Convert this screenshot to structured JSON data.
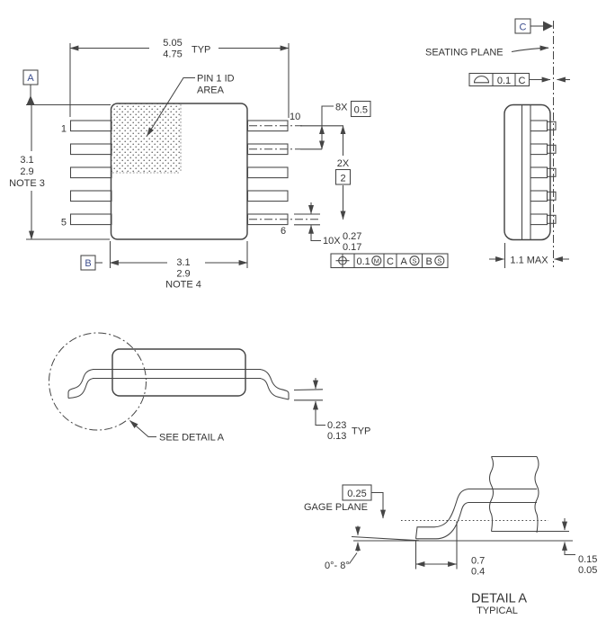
{
  "top_view": {
    "width_dim": {
      "v1": "5.05",
      "v2": "4.75",
      "suffix": "TYP"
    },
    "pin1_id": {
      "l1": "PIN 1 ID",
      "l2": "AREA"
    },
    "datum_a": "A",
    "datum_b": "B",
    "height_dim": {
      "v1": "3.1",
      "v2": "2.9",
      "v3": "NOTE 3"
    },
    "body_width_dim": {
      "v1": "3.1",
      "v2": "2.9",
      "v3": "NOTE 4"
    },
    "pins": {
      "first_left": "1",
      "last_left": "5",
      "first_right": "10",
      "last_right": "6"
    },
    "pitch_dim": {
      "count": "8X",
      "value": "0.5"
    },
    "span_dim": {
      "count": "2X",
      "value": "2"
    },
    "lead_width_dim": {
      "count": "10X",
      "v1": "0.27",
      "v2": "0.17"
    },
    "position_fcf": {
      "tolerance": "0.1",
      "modifier": "M",
      "datum1": "C",
      "datum2": "A",
      "datum2_mod": "S",
      "datum3": "B",
      "datum3_mod": "S"
    }
  },
  "end_view": {
    "datum_c": "C",
    "seating_plane": "SEATING PLANE",
    "profile_fcf": {
      "tolerance": "0.1",
      "datum": "C"
    },
    "width_dim": "1.1 MAX"
  },
  "side_view": {
    "detail_ref": "SEE DETAIL A",
    "lead_thickness_dim": {
      "v1": "0.23",
      "v2": "0.13",
      "suffix": "TYP"
    }
  },
  "detail_a": {
    "gage_offset": "0.25",
    "gage_plane": "GAGE PLANE",
    "lead_angle": "0°- 8°",
    "foot_length_dim": {
      "v1": "0.7",
      "v2": "0.4"
    },
    "standoff_dim": {
      "v1": "0.15",
      "v2": "0.05"
    },
    "title": "DETAIL A",
    "subtitle": "TYPICAL"
  },
  "symbols": {
    "position_icon": "circle-crosshair",
    "profile_of_surface_icon": "half-disc"
  }
}
